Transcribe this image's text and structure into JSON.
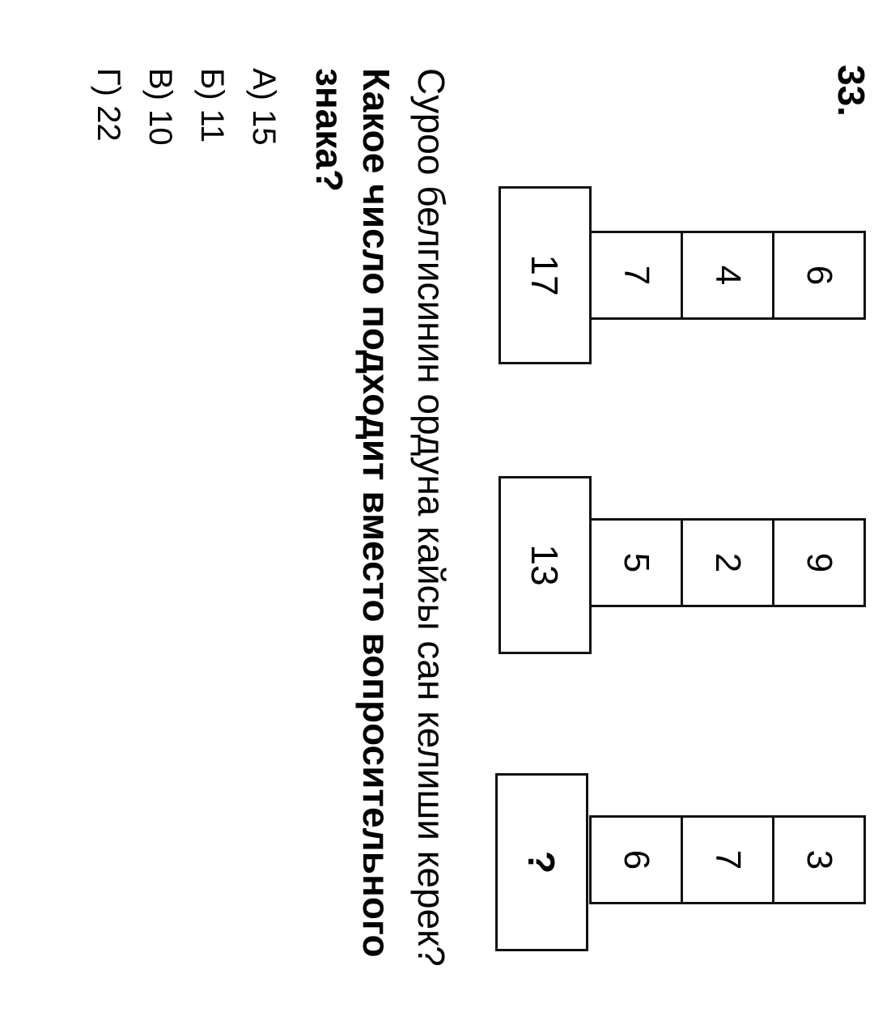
{
  "question": {
    "number": "33.",
    "text_kg": "Суроо белгисинин ордуна кайсы сан келиши керек?",
    "text_ru": "Какое число подходит вместо вопросительного знака?"
  },
  "puzzles": [
    {
      "cells": [
        "6",
        "4",
        "7"
      ],
      "result": "17"
    },
    {
      "cells": [
        "9",
        "2",
        "5"
      ],
      "result": "13"
    },
    {
      "cells": [
        "3",
        "7",
        "6"
      ],
      "result": "?"
    }
  ],
  "options": [
    {
      "label": "А) 15"
    },
    {
      "label": "Б) 11"
    },
    {
      "label": "В) 10"
    },
    {
      "label": "Г) 22"
    }
  ]
}
